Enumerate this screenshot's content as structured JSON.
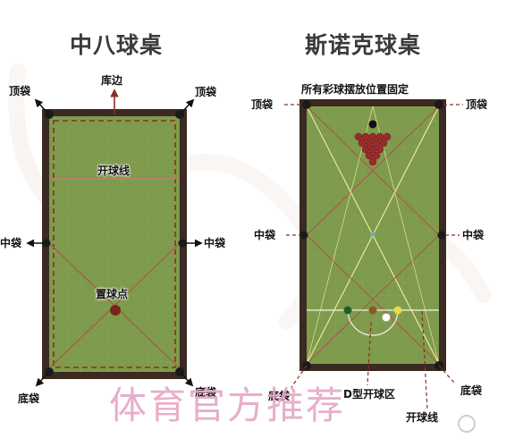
{
  "titles": {
    "left": "中八球桌",
    "right": "斯诺克球桌"
  },
  "left_table": {
    "top_rail": "库边",
    "pocket_top_left": "顶袋",
    "pocket_top_right": "顶袋",
    "pocket_mid_left": "中袋",
    "pocket_mid_right": "中袋",
    "pocket_bottom_left": "底袋",
    "pocket_bottom_right": "底袋",
    "break_line": "开球线",
    "spot": "置球点"
  },
  "right_table": {
    "fixed_positions": "所有彩球摆放位置固定",
    "pocket_top_left": "顶袋",
    "pocket_top_right": "顶袋",
    "pocket_mid_left": "中袋",
    "pocket_mid_right": "中袋",
    "pocket_bottom_left": "底袋",
    "pocket_bottom_right": "底袋",
    "d_zone": "D型开球区",
    "break_line": "开球线"
  },
  "watermark": "体育官方推荐",
  "colors": {
    "felt": "#7e9a4c",
    "rail": "#3a2a22",
    "accent_red": "#8b2e24",
    "guide_yellow": "#f2ef9a"
  }
}
